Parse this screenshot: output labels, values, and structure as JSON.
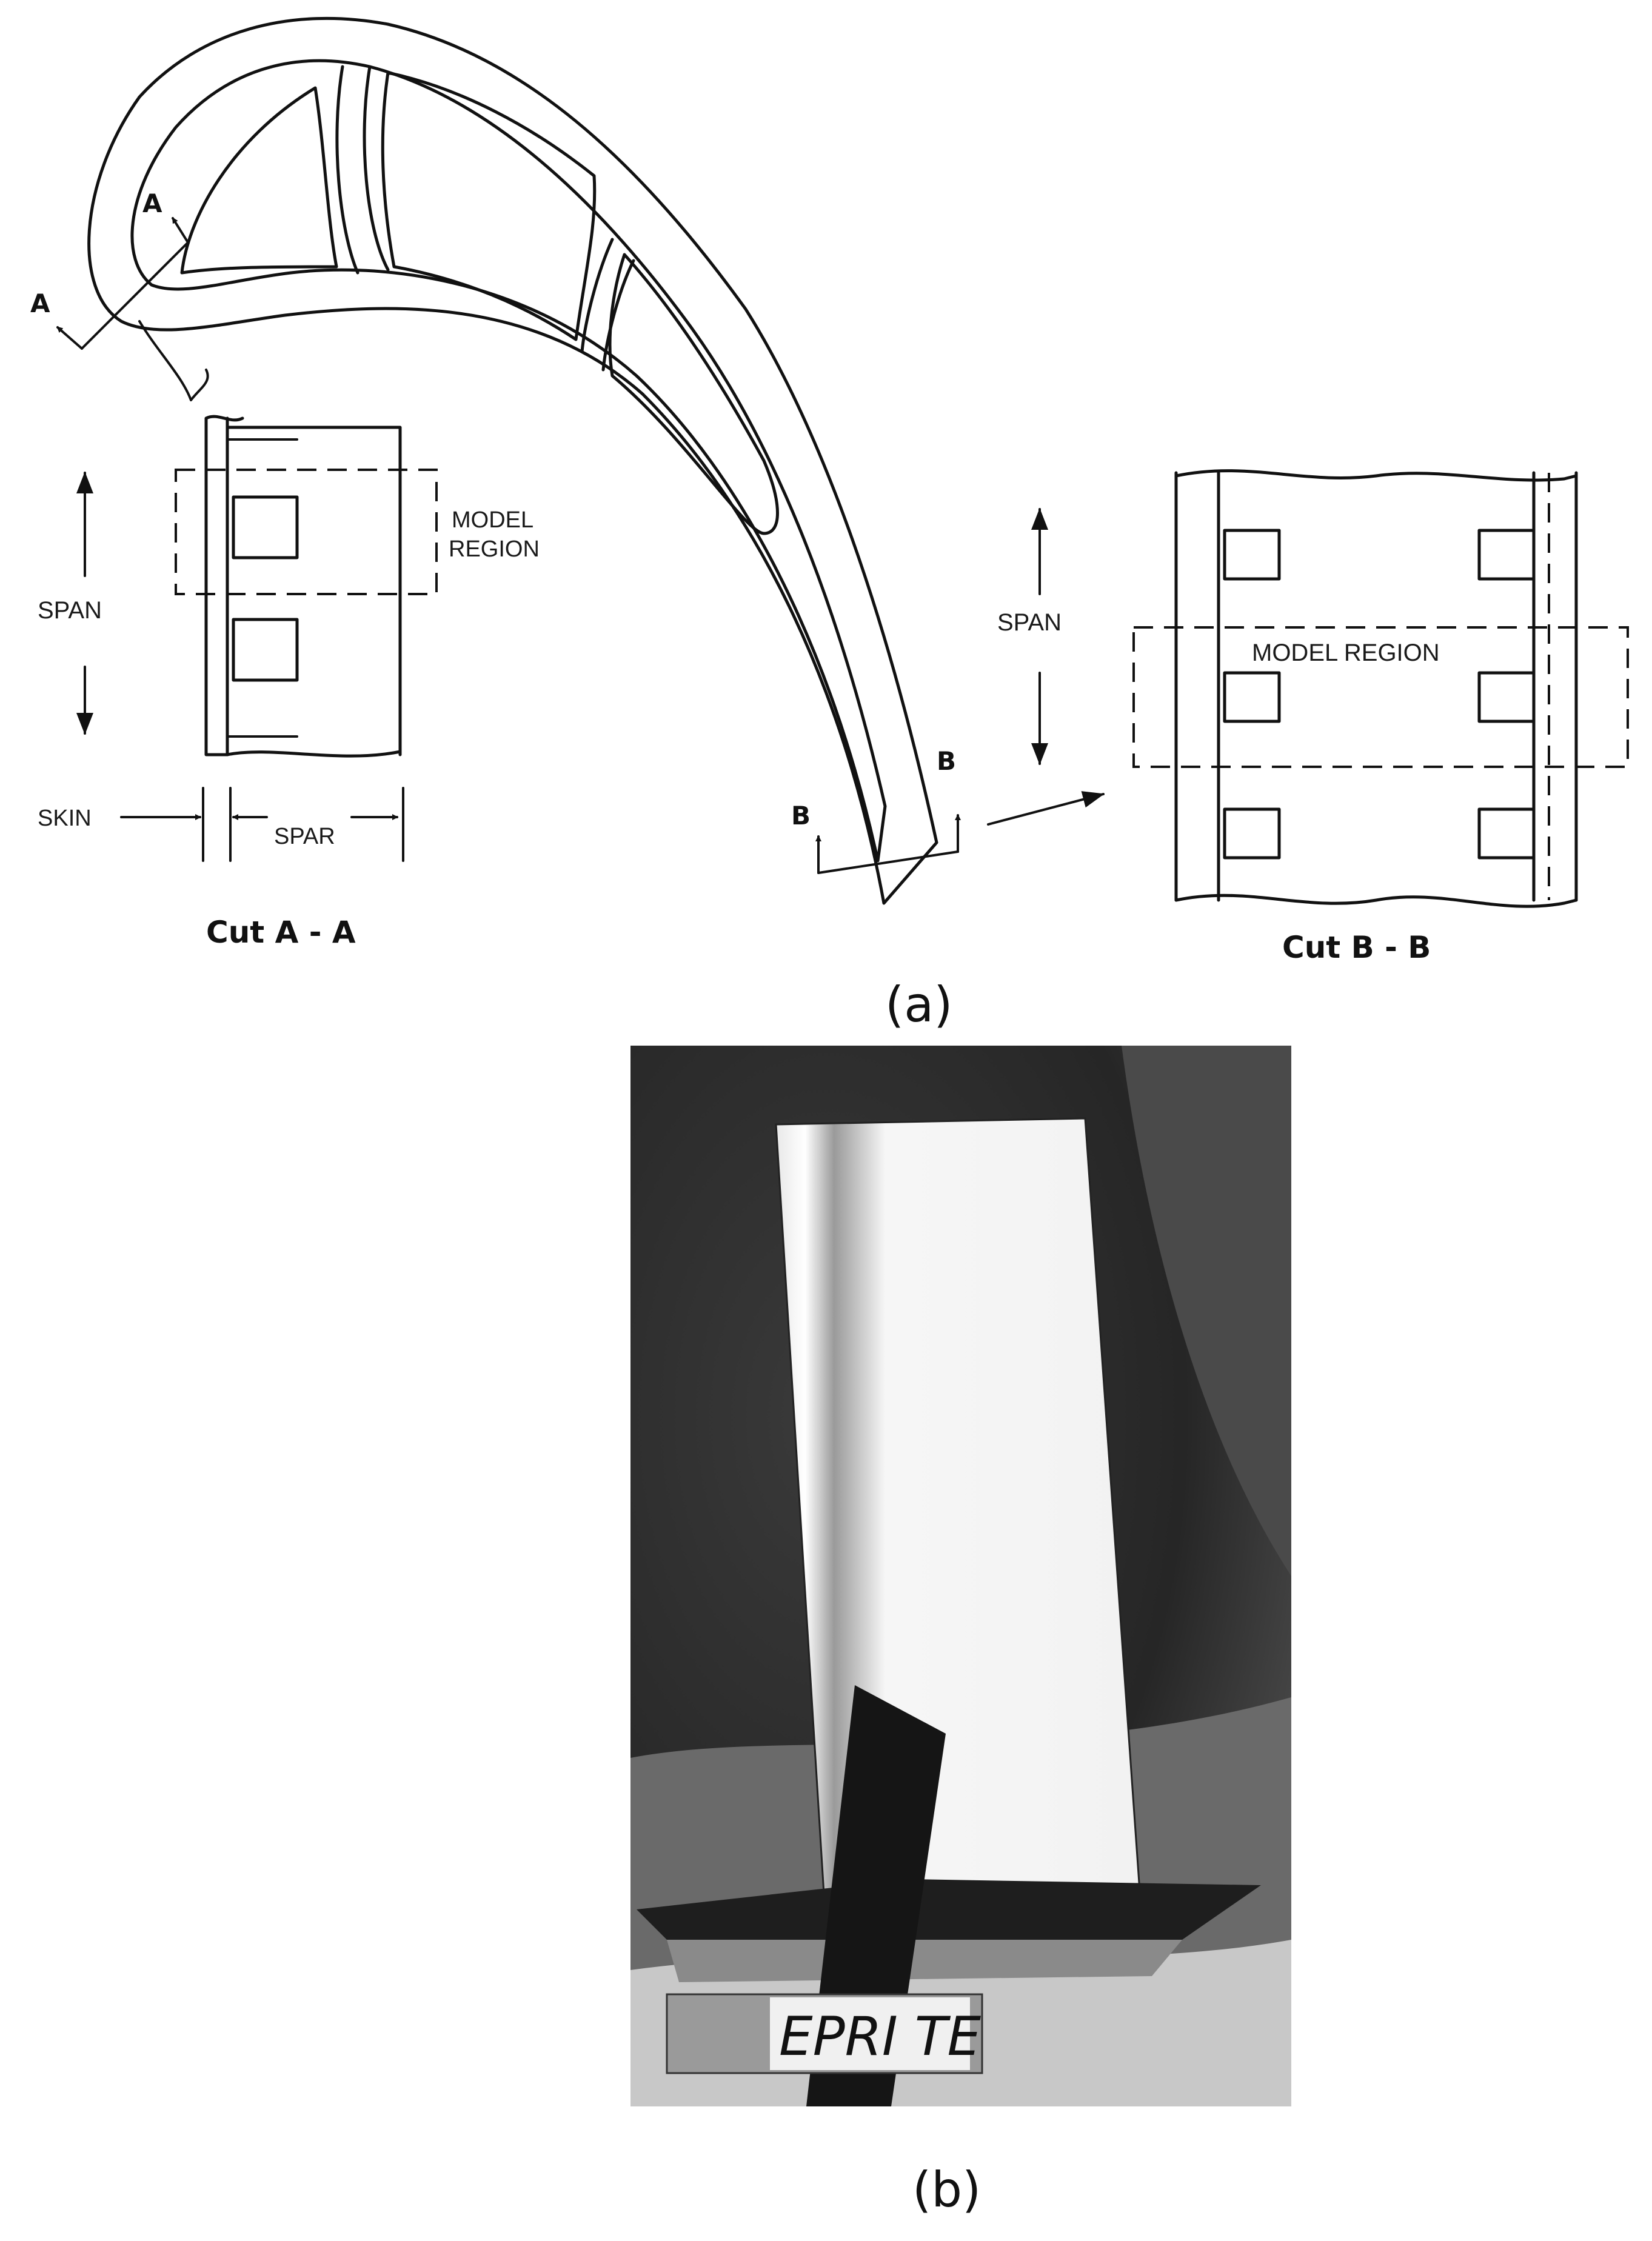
{
  "panel_a": {
    "caption": "(a)",
    "section_marks": {
      "a": "A",
      "b": "B"
    },
    "cut_a": {
      "title": "Cut A - A",
      "span_label": "SPAN",
      "model_region_line1": "MODEL",
      "model_region_line2": "REGION",
      "skin_label": "SKIN",
      "spar_label": "SPAR"
    },
    "cut_b": {
      "title": "Cut B - B",
      "span_label": "SPAN",
      "model_region_label": "MODEL REGION"
    }
  },
  "panel_b": {
    "caption": "(b)",
    "base_marking": "EPRI TE",
    "colors": {
      "background": "#2b2b2b",
      "blade": "#f4f4f4"
    }
  }
}
